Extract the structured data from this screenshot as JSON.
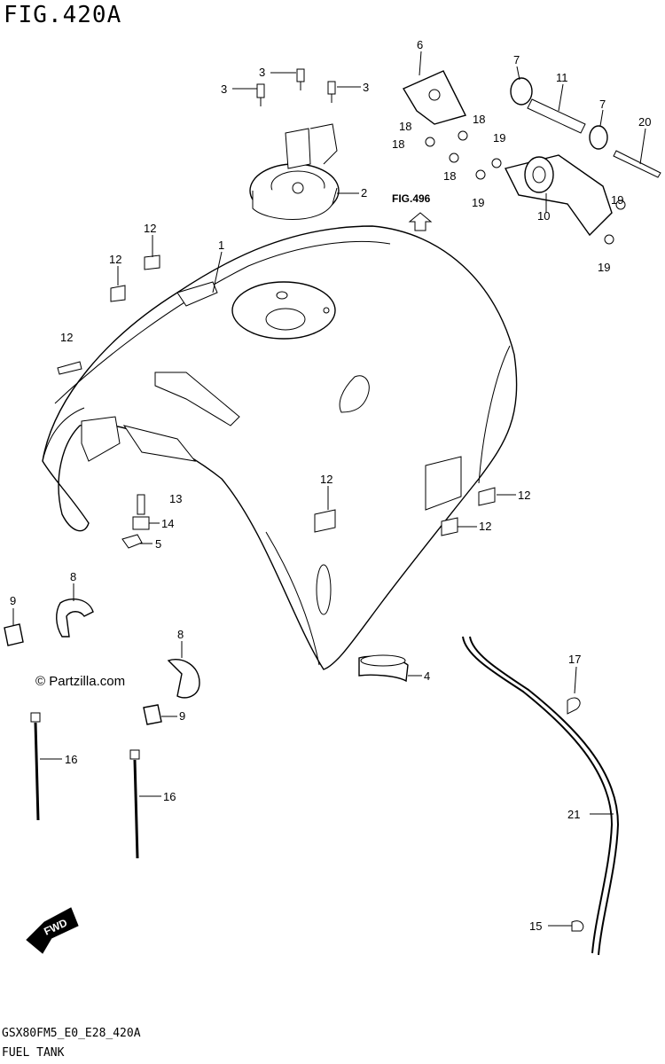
{
  "figure": {
    "title": "FIG.420A",
    "reference": "FIG.496",
    "fwd_label": "FWD",
    "watermark": "© Partzilla.com",
    "footer_code": "GSX80FM5_E0_E28_420A",
    "footer_name": "FUEL TANK"
  },
  "callouts": [
    {
      "id": "c2",
      "text": "2"
    },
    {
      "id": "c3a",
      "text": "3"
    },
    {
      "id": "c3b",
      "text": "3"
    },
    {
      "id": "c3c",
      "text": "3"
    },
    {
      "id": "c1",
      "text": "1"
    },
    {
      "id": "c6",
      "text": "6"
    },
    {
      "id": "c7a",
      "text": "7"
    },
    {
      "id": "c7b",
      "text": "7"
    },
    {
      "id": "c11",
      "text": "11"
    },
    {
      "id": "c20",
      "text": "20"
    },
    {
      "id": "c18a",
      "text": "18"
    },
    {
      "id": "c18b",
      "text": "18"
    },
    {
      "id": "c18c",
      "text": "18"
    },
    {
      "id": "c18d",
      "text": "18"
    },
    {
      "id": "c19a",
      "text": "19"
    },
    {
      "id": "c19b",
      "text": "19"
    },
    {
      "id": "c19c",
      "text": "19"
    },
    {
      "id": "c19d",
      "text": "19"
    },
    {
      "id": "c10",
      "text": "10"
    },
    {
      "id": "c12a",
      "text": "12"
    },
    {
      "id": "c12b",
      "text": "12"
    },
    {
      "id": "c12c",
      "text": "12"
    },
    {
      "id": "c12d",
      "text": "12"
    },
    {
      "id": "c12e",
      "text": "12"
    },
    {
      "id": "c12f",
      "text": "12"
    },
    {
      "id": "c13",
      "text": "13"
    },
    {
      "id": "c14",
      "text": "14"
    },
    {
      "id": "c5",
      "text": "5"
    },
    {
      "id": "c8a",
      "text": "8"
    },
    {
      "id": "c8b",
      "text": "8"
    },
    {
      "id": "c9a",
      "text": "9"
    },
    {
      "id": "c9b",
      "text": "9"
    },
    {
      "id": "c4",
      "text": "4"
    },
    {
      "id": "c17",
      "text": "17"
    },
    {
      "id": "c16a",
      "text": "16"
    },
    {
      "id": "c16b",
      "text": "16"
    },
    {
      "id": "c21",
      "text": "21"
    },
    {
      "id": "c15",
      "text": "15"
    }
  ]
}
